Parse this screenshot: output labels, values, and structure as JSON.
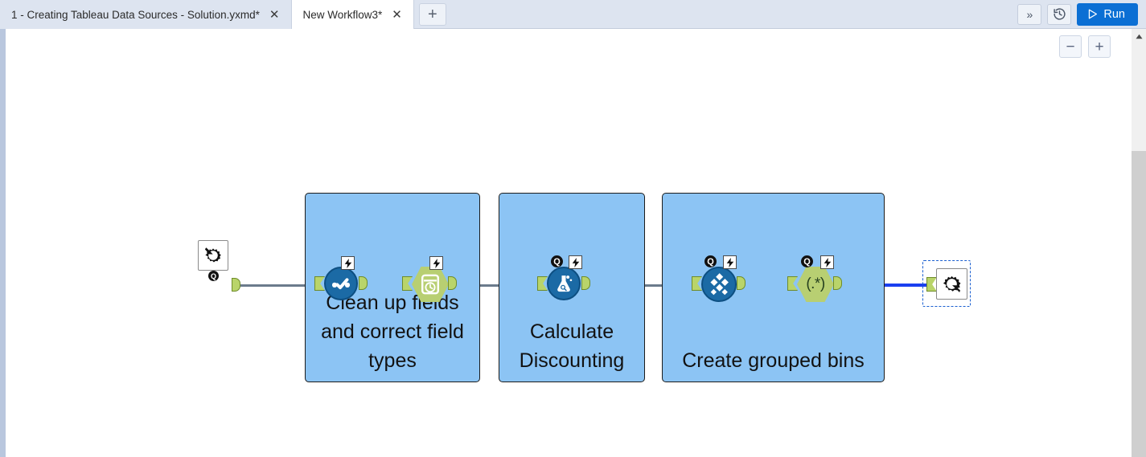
{
  "window": {
    "tabs": [
      {
        "label": "1 - Creating Tableau Data Sources - Solution.yxmd*",
        "active": false,
        "close": "✕"
      },
      {
        "label": "New Workflow3*",
        "active": true,
        "close": "✕"
      }
    ],
    "new_tab_label": "+",
    "toolbar": {
      "overflow_label": "»",
      "history_icon": "history-icon",
      "run_label": "Run",
      "run_color": "#0b6fd4"
    }
  },
  "canvas": {
    "zoom_out_label": "−",
    "zoom_in_label": "+",
    "scroll_up_label": "▲",
    "container_color": "#8cc4f4",
    "wire_color": "#6b7b8c",
    "wire_selected_color": "#1a3ff0",
    "anchor_color": "#b9d46a"
  },
  "workflow": {
    "input_tool": {
      "name": "macro-input-tool",
      "icon": "macro-input-gear-icon",
      "badge": "Q"
    },
    "containers": [
      {
        "label": "Clean up fields and correct field types",
        "tools": [
          {
            "name": "select-tool",
            "icon": "select-checkmark-icon",
            "shape": "circle",
            "badges": [
              "amp"
            ]
          },
          {
            "name": "datetime-tool",
            "icon": "datetime-clock-icon",
            "shape": "hexagon",
            "badges": [
              "amp"
            ]
          }
        ]
      },
      {
        "label": "Calculate Discounting",
        "tools": [
          {
            "name": "formula-tool",
            "icon": "formula-flask-icon",
            "shape": "circle",
            "badges": [
              "q",
              "amp"
            ]
          }
        ]
      },
      {
        "label": "Create grouped bins",
        "tools": [
          {
            "name": "multi-field-formula-tool",
            "icon": "multi-field-diamond-icon",
            "shape": "circle",
            "badges": [
              "q",
              "amp"
            ]
          },
          {
            "name": "regex-tool",
            "icon": "regex-icon",
            "shape": "hexagon",
            "label": "(.*)",
            "badges": [
              "q",
              "amp"
            ]
          }
        ]
      }
    ],
    "output_tool": {
      "name": "macro-output-tool",
      "icon": "macro-output-gear-icon",
      "selected": true
    }
  }
}
